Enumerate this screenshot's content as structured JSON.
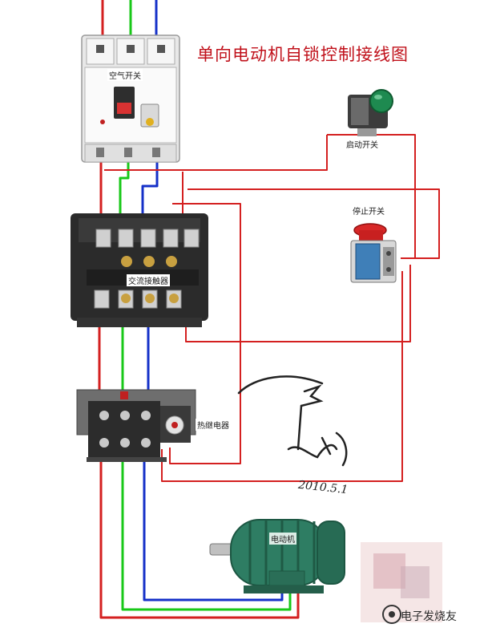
{
  "title": "单向电动机自锁控制接线图",
  "labels": {
    "breaker": "空气开关",
    "contactor": "交流接触器",
    "relay": "热继电器",
    "motor": "电动机",
    "start_switch": "启动开关",
    "stop_switch": "停止开关"
  },
  "handwriting": {
    "date": "2010.5.1"
  },
  "watermark": "电子发烧友",
  "colors": {
    "wire_red": "#d42020",
    "wire_green": "#18c818",
    "wire_blue": "#1530c8",
    "title": "#c0101a",
    "motor": "#2e7d63",
    "device_dark": "#2b2b2b"
  },
  "icons": [
    "switch-button-icon",
    "stop-button-icon",
    "gear-logo-icon"
  ]
}
